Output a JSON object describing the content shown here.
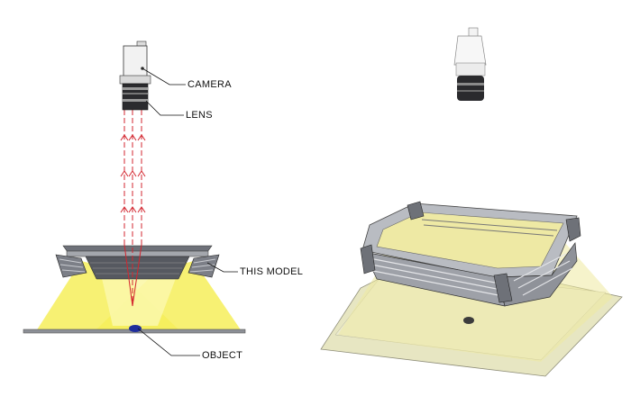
{
  "labels": {
    "camera": "CAMERA",
    "lens": "LENS",
    "this_model": "THIS MODEL",
    "object": "OBJECT"
  },
  "colors": {
    "light": "#f6ef5a",
    "rays": "#d3262f",
    "steel": "#8c8f96",
    "ghost": "#e8e6b8"
  },
  "icons": {
    "camera": "camera-icon",
    "lens": "lens-icon",
    "light": "ring-light-icon",
    "object": "object-dot-icon"
  }
}
